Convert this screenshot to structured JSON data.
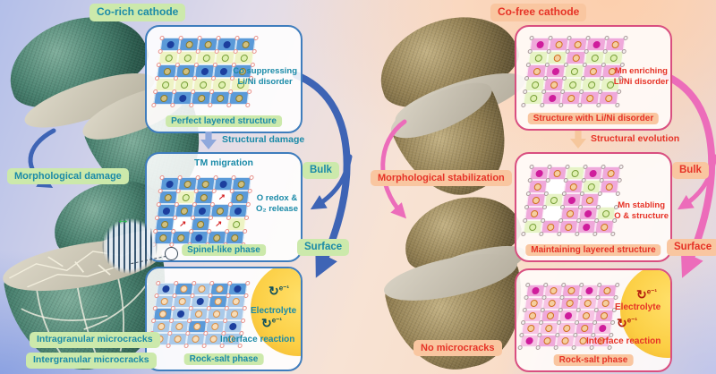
{
  "left": {
    "header": "Co-rich cathode",
    "morph": "Morphological damage",
    "cracks1": "Intragranular microcracks",
    "cracks2": "Intergranular microcracks",
    "bulk": "Bulk",
    "surface": "Surface",
    "step": "Structural damage",
    "box1": {
      "note1": "Co suppressing",
      "note2": "Li/Ni disorder",
      "caption": "Perfect layered structure"
    },
    "box2": {
      "title": "TM migration",
      "note1": "O redox &",
      "note2": "O₂ release",
      "caption": "Spinel-like phase"
    },
    "box3": {
      "electrolyte": "Electrolyte",
      "reaction": "Interface reaction",
      "caption": "Rock-salt phase",
      "e1": "e⁻¹",
      "e2": "e⁻¹"
    }
  },
  "right": {
    "header": "Co-free cathode",
    "morph": "Morphological stabilization",
    "cracks1": "No microcracks",
    "bulk": "Bulk",
    "surface": "Surface",
    "step": "Structural evolution",
    "box1": {
      "note1": "Mn enriching",
      "note2": "Li/Ni disorder",
      "caption": "Structure with Li/Ni disorder"
    },
    "box2": {
      "note1": "Mn stabling",
      "note2": "O & structure",
      "caption": "Maintaining layered structure"
    },
    "box3": {
      "electrolyte": "Electrolyte",
      "reaction": "Interface reaction",
      "caption": "Rock-salt phase",
      "e1": "e⁻¹",
      "e2": "e⁻¹"
    }
  },
  "glyphs": {
    "vacancy_arrow": "↗",
    "double_arrow": "↔",
    "eflow": "↻"
  },
  "colors": {
    "left-accent": "#1a8aa8",
    "left-pill": "#cce9ab",
    "left-border": "#3f7dbd",
    "left-arrowfill": "#8fa8dc",
    "arc-left": "#3e64b5",
    "right-accent": "#e63226",
    "right-pill": "#f9c6a0",
    "right-border": "#d94f80",
    "right-arrowfill": "#f6c79c",
    "arc-right": "#ec6cba",
    "electrolyte": "#fccf45",
    "eflow-left": "#0f4f5c",
    "eflow-right": "#b51f0e",
    "microcrack-green": "#2bbf4e"
  },
  "palette": {
    "cells": {
      "B": "#5b9ad8",
      "Y": "#eef3c4",
      "W": "#ffffff",
      "P": "#efa9da",
      "G": "#e7f3c6",
      "L": "#a9c9e9",
      "Q": "#f6c3e3"
    },
    "dots": {
      "n": {
        "f": "#1c3f9e"
      },
      "m": {
        "f": "#cf1d9c"
      },
      "o": {
        "b": "#8a7a28",
        "g": "#d0c080"
      },
      "g": {
        "b": "#78a038",
        "g": "#dff0b0"
      },
      "r": {
        "b": "#d07020",
        "g": "#f5cf9f"
      },
      "t": {
        "b": "#d89048",
        "g": "#f8ddb8"
      }
    },
    "atoms": {
      "left": {
        "bg": "#ffffff",
        "border": "#e8928c"
      },
      "right": {
        "bg": "#f6f2f2",
        "border": "#ab9c9c"
      }
    }
  },
  "crystals": {
    "l1": {
      "cells": [
        "BBBBB",
        "YYYYY",
        "BBBBB",
        "YYYYY",
        "BBBBB"
      ],
      "dots": [
        "noono",
        "ggggg",
        "oonno",
        "ggggg",
        "onooo"
      ]
    },
    "l2": {
      "cells": [
        "BBBBB",
        "BYBWB",
        "BBBBB",
        "BWBWY",
        "BBBBB"
      ],
      "dots": [
        "noono",
        "ogoao",
        "nonon",
        "oaoag",
        "oonoo"
      ]
    },
    "l3": {
      "cells": [
        "LBLBB",
        "LLLBL",
        "BLLLL",
        "LLBLL",
        "LLLLL"
      ],
      "dots": [
        "ntttn",
        "ttntt",
        "tnttt",
        "ttttn",
        "ttttt"
      ]
    },
    "r1": {
      "cells": [
        "PPPPP",
        "GGPGG",
        "PPGPP",
        "GPGGG",
        "GPPPP"
      ],
      "dots": [
        "mrrmr",
        "grrgg",
        "rmgrr",
        "grggg",
        "gmrrr"
      ]
    },
    "r2": {
      "cells": [
        "PPGPP",
        "PWPGP",
        "PGPPW",
        "PWPPG",
        "GPPPP"
      ],
      "dots": [
        "mrgmr",
        "r.rgr",
        "rgmr.",
        "r.rmg",
        "grrmr"
      ]
    },
    "r3": {
      "cells": [
        "PQPQP",
        "QQPQQ",
        "QPQQP",
        "QQQPQ",
        "QPQQQ"
      ],
      "dots": [
        "mrrmr",
        "rrrrr",
        "rrmrr",
        "rrrrm",
        "mrrrr"
      ]
    }
  }
}
